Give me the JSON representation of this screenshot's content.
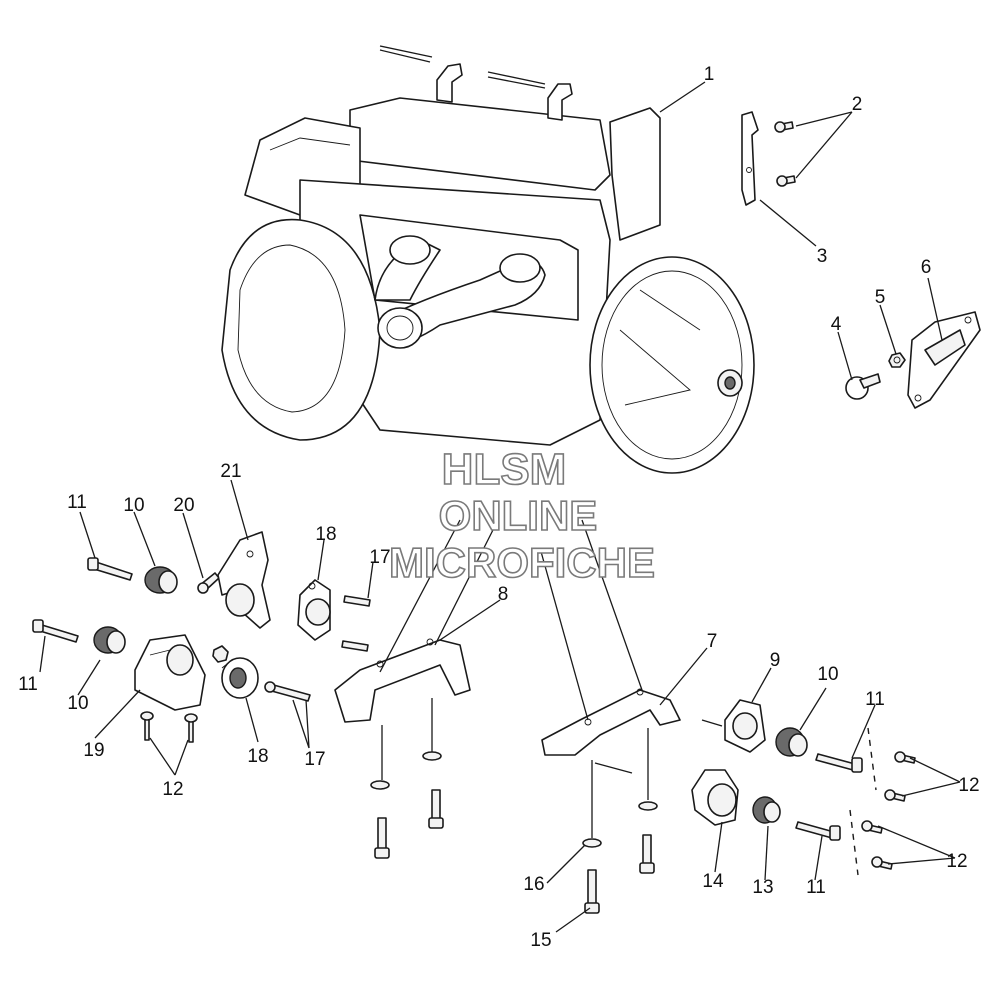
{
  "watermark": {
    "line1": "HLSM",
    "line2": "ONLINE",
    "line3": "MICROFICHE"
  },
  "callouts": [
    "1",
    "2",
    "3",
    "4",
    "5",
    "6",
    "7",
    "8",
    "9",
    "10",
    "11",
    "12",
    "13",
    "14",
    "15",
    "16",
    "17",
    "18",
    "19",
    "20",
    "21"
  ],
  "labels": {
    "c1": "1",
    "c2": "2",
    "c3": "3",
    "c4": "4",
    "c5": "5",
    "c6": "6",
    "c7": "7",
    "c8": "8",
    "c9": "9",
    "c10a": "10",
    "c10b": "10",
    "c10c": "10",
    "c11a": "11",
    "c11b": "11",
    "c11c": "11",
    "c11d": "11",
    "c12a": "12",
    "c12b": "12",
    "c12c": "12",
    "c13": "13",
    "c14": "14",
    "c15": "15",
    "c16": "16",
    "c17a": "17",
    "c17b": "17",
    "c18a": "18",
    "c18b": "18",
    "c19": "19",
    "c20": "20",
    "c21": "21"
  }
}
